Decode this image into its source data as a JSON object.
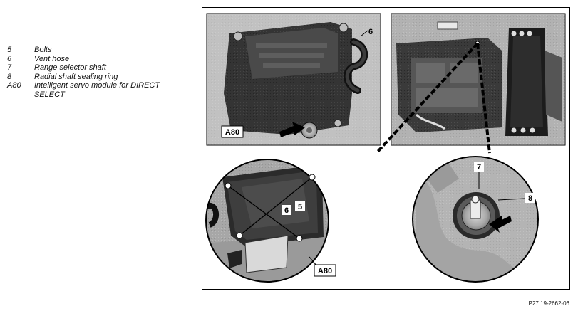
{
  "legend": {
    "items": [
      {
        "key": "5",
        "text": "Bolts"
      },
      {
        "key": "6",
        "text": "Vent hose"
      },
      {
        "key": "7",
        "text": "Range selector shaft"
      },
      {
        "key": "8",
        "text": "Radial shaft sealing ring"
      },
      {
        "key": "A80",
        "text": "Intelligent servo module for DIRECT SELECT"
      }
    ]
  },
  "figure": {
    "callouts": {
      "top_left_6": "6",
      "top_left_a80": "A80",
      "bl_6": "6",
      "bl_5": "5",
      "bl_a80": "A80",
      "br_7": "7",
      "br_8": "8"
    }
  },
  "reference": "P27.19-2662-06"
}
